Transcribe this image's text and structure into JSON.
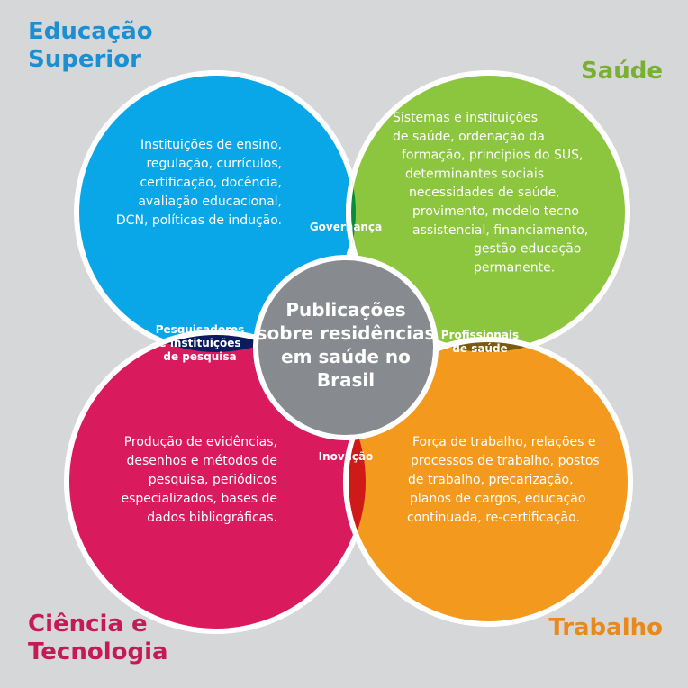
{
  "colors": {
    "background": "#d6d7d9",
    "educacao": "#0aa7e8",
    "saude": "#8cc63f",
    "ciencia": "#d91a5d",
    "trabalho": "#f39a1e",
    "governanca": "#0b8a3c",
    "profissionais": "#7a5a10",
    "inovacao": "#d01919",
    "pesquisadores": "#0b1b5e",
    "center": "#878a8e",
    "title_educacao": "#1a8fd3",
    "title_saude": "#79b02f",
    "title_ciencia": "#c41a55",
    "title_trabalho": "#e8891a"
  },
  "corners": {
    "educacao": "Educação\nSuperior",
    "saude": "Saúde",
    "ciencia": "Ciência e\nTecnologia",
    "trabalho": "Trabalho"
  },
  "circles": {
    "educacao": [
      "Instituições de ensino,",
      "regulação, currículos,",
      "certificação, docência,",
      "avaliação educacional,",
      "DCN, políticas de indução."
    ],
    "saude": [
      "Sistemas e instituições",
      "de saúde, ordenação da",
      "formação, princípios do SUS,",
      "determinantes sociais",
      "necessidades de saúde,",
      "provimento, modelo tecno",
      "assistencial, financiamento,",
      "gestão educação",
      "permanente."
    ],
    "ciencia": [
      "Produção de evidências,",
      "desenhos e métodos de",
      "pesquisa, periódicos",
      "especializados, bases de",
      "dados bibliográficas."
    ],
    "trabalho": [
      "Força de trabalho, relações e",
      "processos de trabalho, postos",
      "de trabalho, precarização,",
      "planos de cargos, educação",
      "continuada, re-certificação."
    ]
  },
  "lenses": {
    "governanca": [
      "Governança"
    ],
    "profissionais": [
      "Profissionais",
      "de saúde"
    ],
    "inovacao": [
      "Inovação"
    ],
    "pesquisadores": [
      "Pesquisadores",
      "e instituições",
      "de pesquisa"
    ]
  },
  "center": [
    "Publicações",
    "sobre residências",
    "em saúde no",
    "Brasil"
  ]
}
